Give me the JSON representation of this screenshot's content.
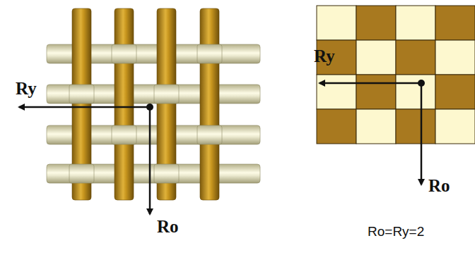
{
  "diagram": {
    "labels": [
      "Ry",
      "Ro",
      "Ry",
      "Ro",
      "Ro=Ry=2"
    ]
  }
}
